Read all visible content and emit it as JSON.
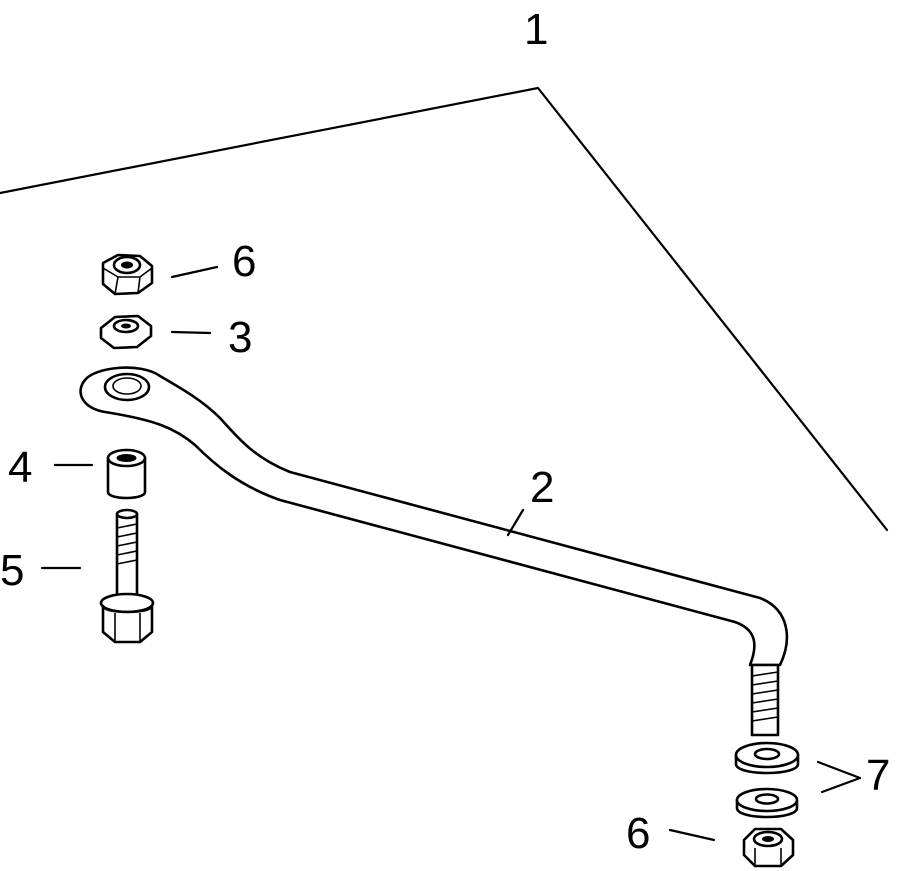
{
  "callouts": {
    "c1": "1",
    "c2": "2",
    "c3": "3",
    "c4": "4",
    "c5": "5",
    "c6_top": "6",
    "c6_bottom": "6",
    "c7": "7"
  },
  "parts": {
    "p1": "bracket-panel",
    "p2": "tie-bar",
    "p3": "washer",
    "p4": "spacer",
    "p5": "bolt",
    "p6": "locknut",
    "p7": "washers"
  }
}
